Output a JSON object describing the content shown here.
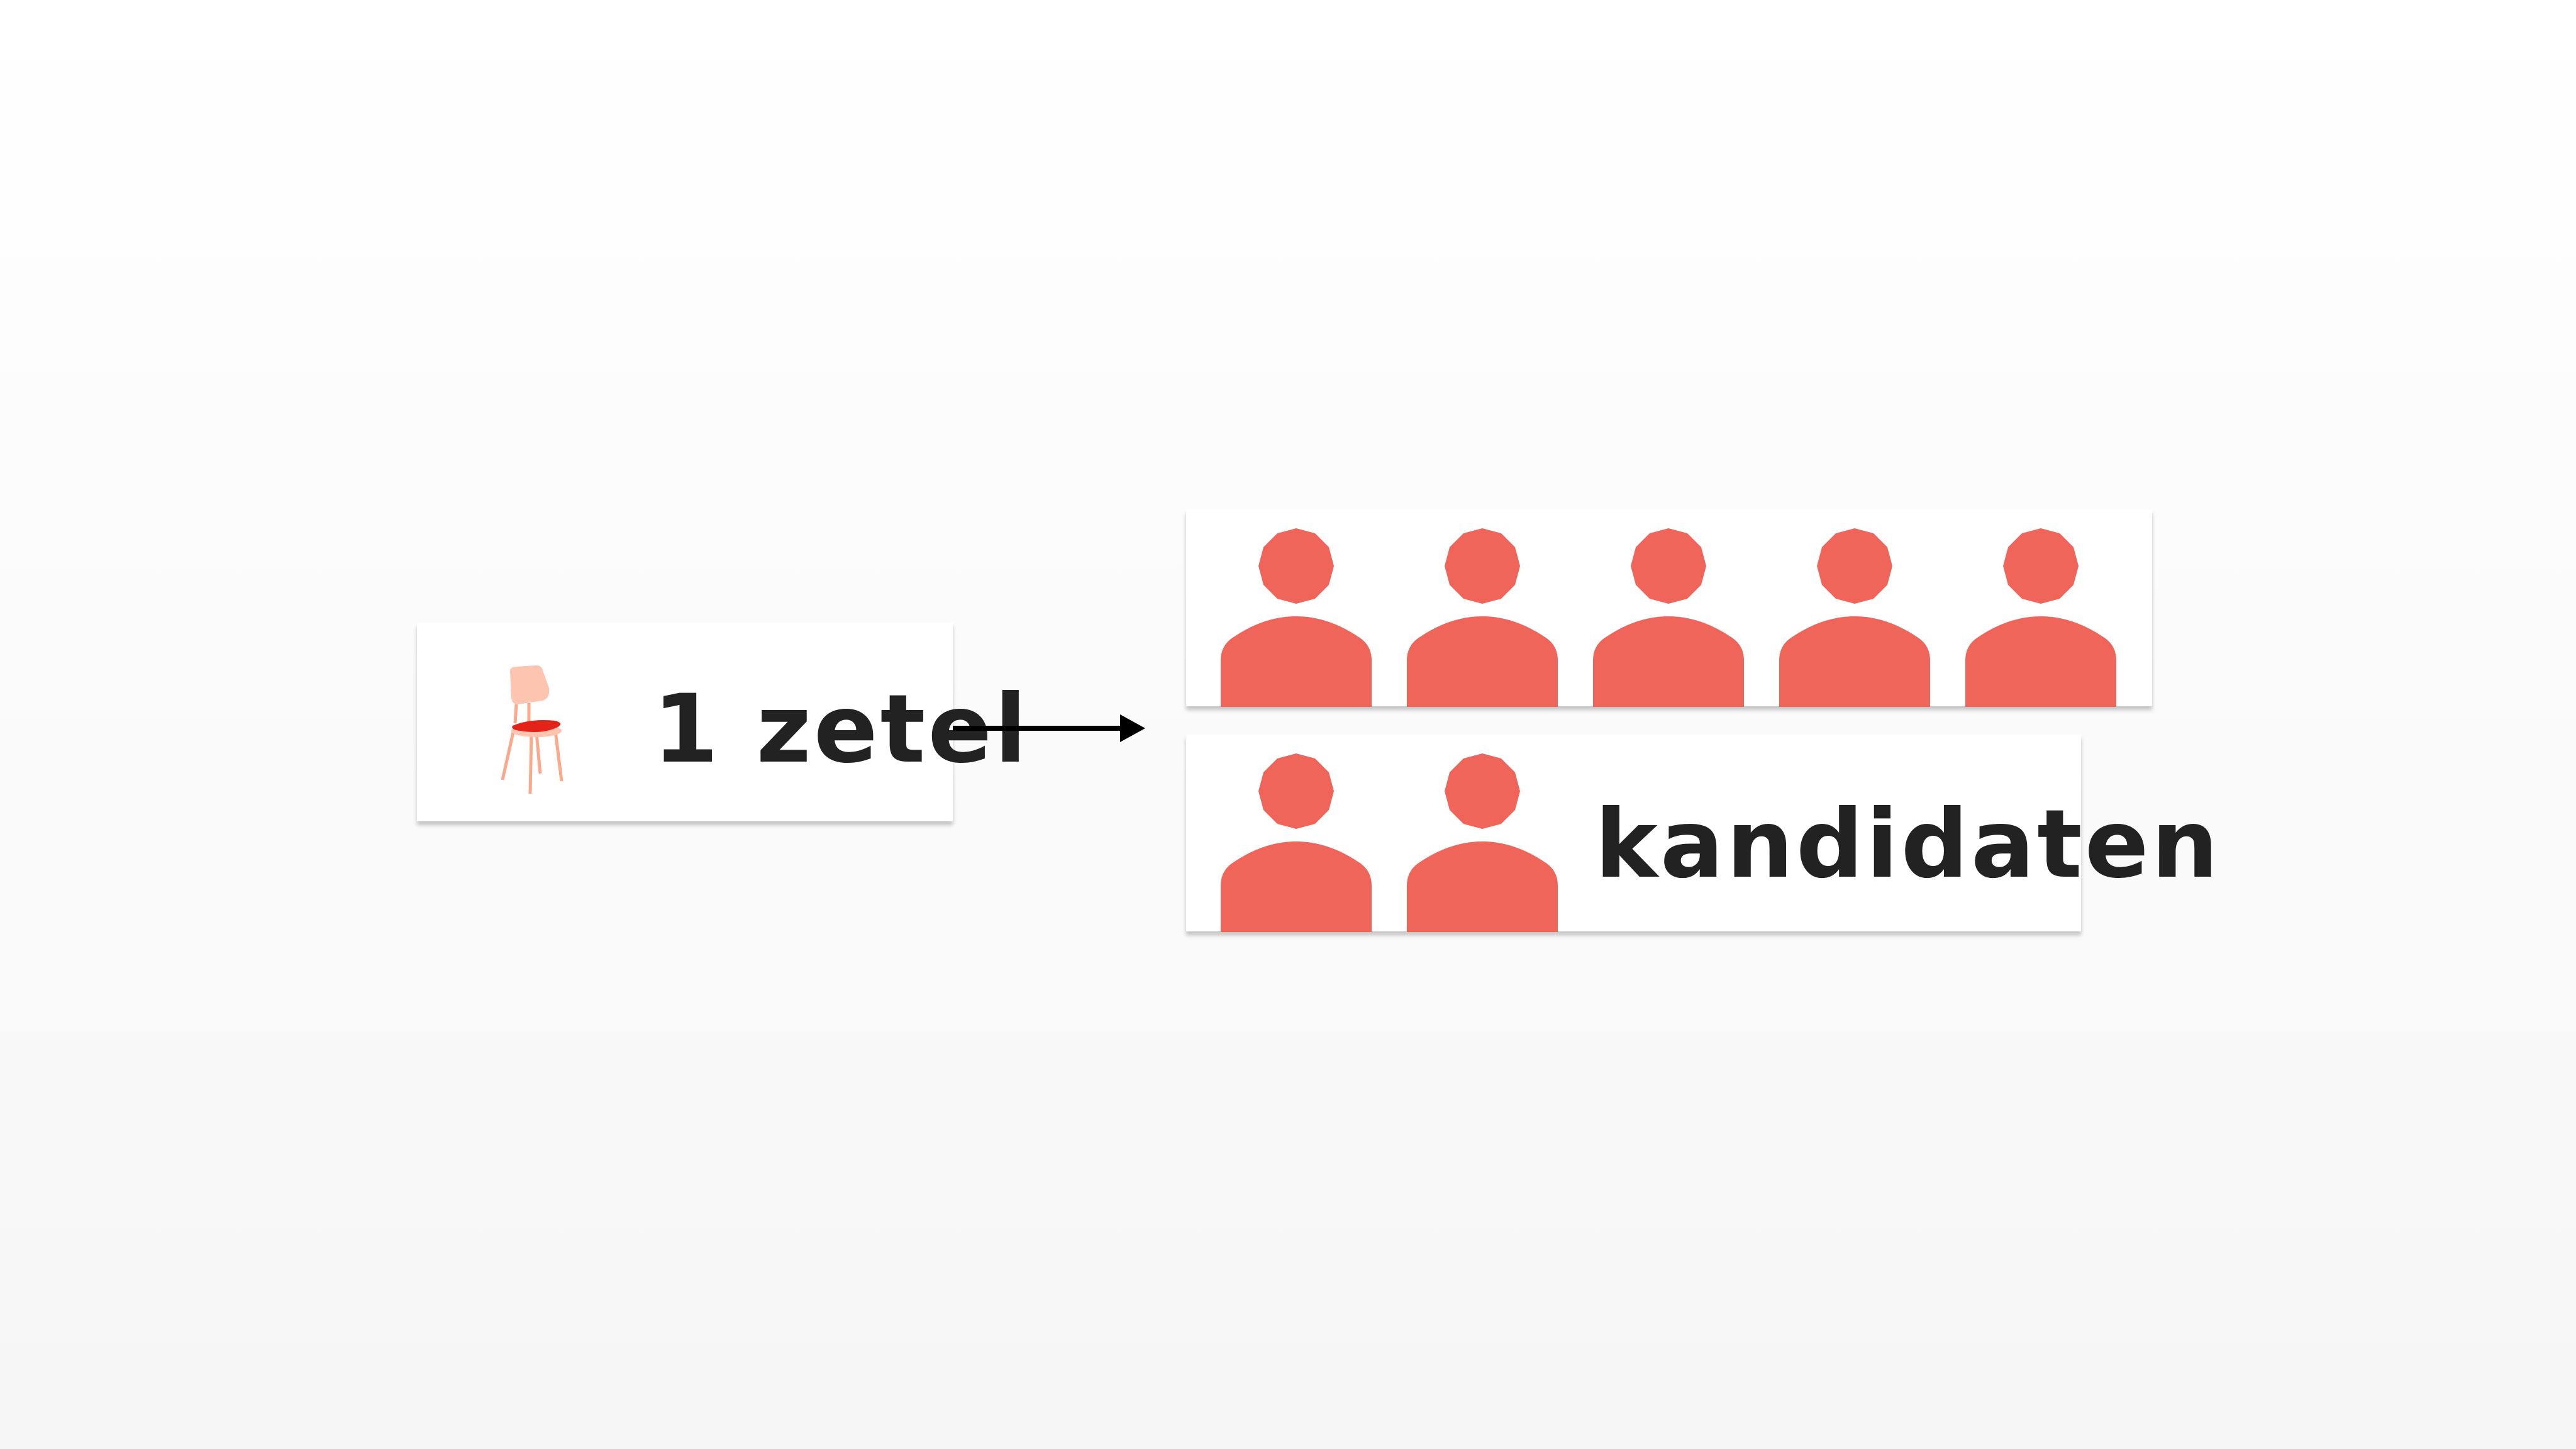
{
  "seat_box": {
    "label": "1 zetel",
    "icon": "chair-icon"
  },
  "arrow": {
    "icon": "arrow-right-icon"
  },
  "candidates_top": {
    "count": 5,
    "icon": "person-icon"
  },
  "candidates_bottom": {
    "count": 2,
    "icon": "person-icon",
    "label": "kandidaten"
  },
  "colors": {
    "person": "#F0655A",
    "chair_back": "#FDC4B0",
    "chair_seat": "#E3231A",
    "chair_legs": "#FBA98B",
    "text": "#222222"
  }
}
